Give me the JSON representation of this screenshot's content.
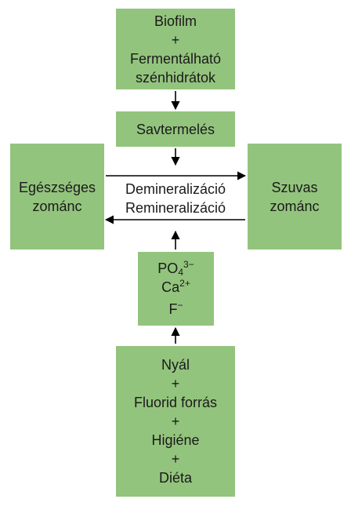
{
  "top_box": [
    "Biofilm",
    "+",
    "Fermentálható",
    "szénhidrátok"
  ],
  "acid_box": "Savtermelés",
  "left_box": [
    "Egészséges",
    "zománc"
  ],
  "right_box": [
    "Szuvas",
    "zománc"
  ],
  "demineralization": "Demineralizáció",
  "remineralization": "Remineralizáció",
  "ions": {
    "phosphate": {
      "base": "PO",
      "sub": "4",
      "sup": "3−"
    },
    "calcium": {
      "base": "Ca",
      "sup": "2+"
    },
    "fluoride": {
      "base": "F",
      "sup": "−"
    }
  },
  "bottom_box": [
    "Nyál",
    "+",
    "Fluorid forrás",
    "+",
    "Higiéne",
    "+",
    "Diéta"
  ],
  "colors": {
    "box_fill": "#93c47d",
    "arrow": "#000000"
  }
}
